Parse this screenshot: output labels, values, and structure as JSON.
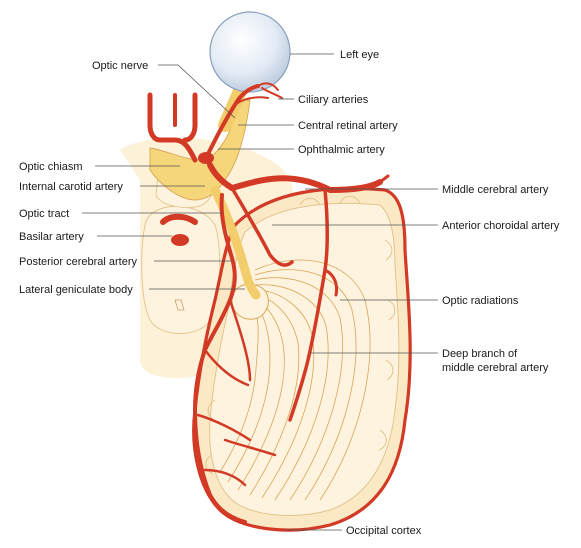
{
  "colors": {
    "artery": "#d23a26",
    "tissue": "#fbe9c6",
    "tissue_outline": "#d9a657",
    "chiasm": "#f6d67a",
    "eye": "#dfe8f3",
    "label_line": "#555555"
  },
  "labels": {
    "left_eye": "Left eye",
    "optic_nerve": "Optic nerve",
    "ciliary_arteries": "Ciliary arteries",
    "central_retinal_artery": "Central retinal artery",
    "ophthalmic_artery": "Ophthalmic artery",
    "optic_chiasm": "Optic chiasm",
    "internal_carotid_artery": "Internal carotid artery",
    "middle_cerebral_artery": "Middle cerebral artery",
    "optic_tract": "Optic tract",
    "anterior_choroidal_artery": "Anterior choroidal artery",
    "basilar_artery": "Basilar artery",
    "posterior_cerebral_artery": "Posterior cerebral artery",
    "lateral_geniculate_body": "Lateral geniculate body",
    "optic_radiations": "Optic radiations",
    "deep_branch_line1": "Deep branch of",
    "deep_branch_line2": "middle cerebral artery",
    "occipital_cortex": "Occipital cortex"
  }
}
